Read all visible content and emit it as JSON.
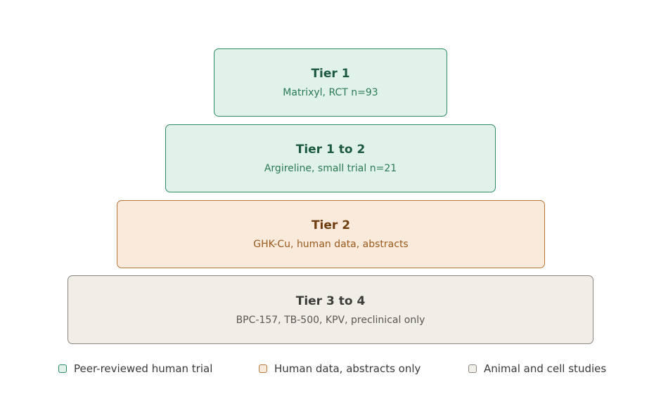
{
  "tiers": [
    {
      "title": "Tier 1",
      "description": "Matrixyl, RCT n=93",
      "category": "peer-reviewed"
    },
    {
      "title": "Tier 1 to 2",
      "description": "Argireline, small trial n=21",
      "category": "peer-reviewed"
    },
    {
      "title": "Tier 2",
      "description": "GHK-Cu, human data, abstracts",
      "category": "abstracts"
    },
    {
      "title": "Tier 3 to 4",
      "description": "BPC-157, TB-500, KPV, preclinical only",
      "category": "preclinical"
    }
  ],
  "legend": [
    {
      "label": "Peer-reviewed human trial",
      "color": "#e0f2ea",
      "border": "#2e8a63"
    },
    {
      "label": "Human data, abstracts only",
      "color": "#f9eadb",
      "border": "#b8773a"
    },
    {
      "label": "Animal and cell studies",
      "color": "#f1eee8",
      "border": "#8a857e"
    }
  ]
}
